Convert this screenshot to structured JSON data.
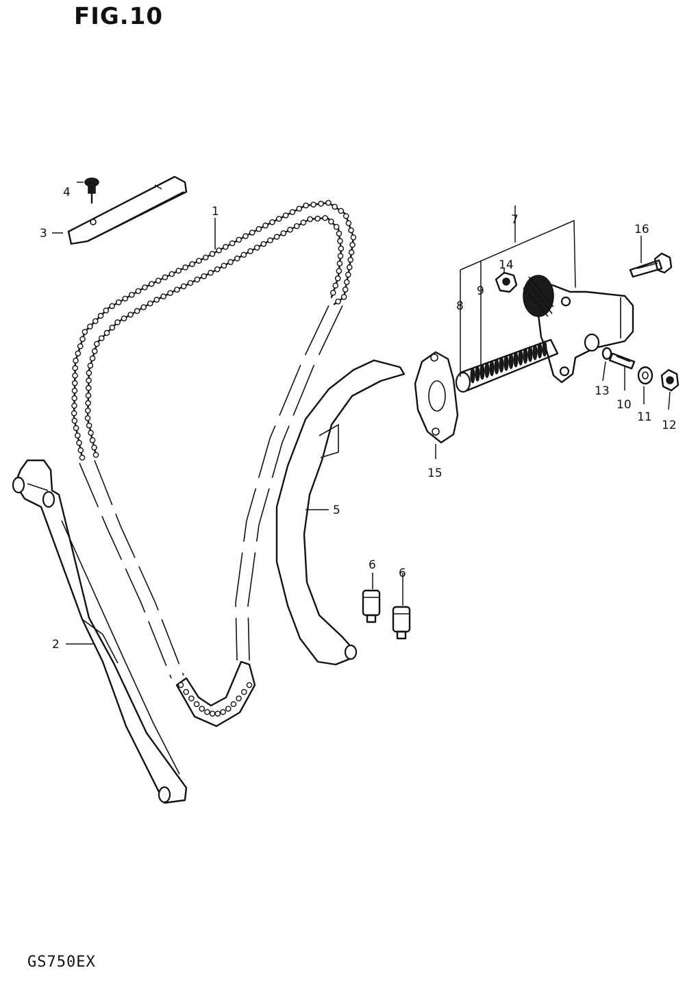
{
  "figure_title": "FIG.10",
  "model_code": "GS750EX",
  "callouts": [
    {
      "id": "1",
      "label": "1"
    },
    {
      "id": "2",
      "label": "2"
    },
    {
      "id": "3",
      "label": "3"
    },
    {
      "id": "4",
      "label": "4"
    },
    {
      "id": "5",
      "label": "5"
    },
    {
      "id": "6a",
      "label": "6"
    },
    {
      "id": "6b",
      "label": "6"
    },
    {
      "id": "7",
      "label": "7"
    },
    {
      "id": "8",
      "label": "8"
    },
    {
      "id": "9",
      "label": "9"
    },
    {
      "id": "10",
      "label": "10"
    },
    {
      "id": "11",
      "label": "11"
    },
    {
      "id": "12",
      "label": "12"
    },
    {
      "id": "13",
      "label": "13"
    },
    {
      "id": "14",
      "label": "14"
    },
    {
      "id": "15",
      "label": "15"
    },
    {
      "id": "16",
      "label": "16"
    }
  ]
}
